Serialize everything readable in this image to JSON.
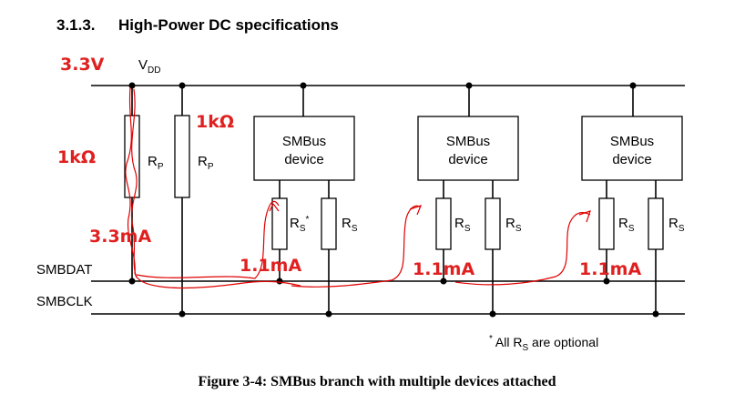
{
  "section": {
    "number": "3.1.3.",
    "title": "High-Power DC specifications"
  },
  "supply": {
    "label": "V",
    "sub": "DD"
  },
  "rails": {
    "data_label": "SMBDAT",
    "clock_label": "SMBCLK"
  },
  "pullups": {
    "label": "R",
    "sub": "P"
  },
  "devices": {
    "line1": "SMBus",
    "line2": "device"
  },
  "series_resistor": {
    "label": "R",
    "sub": "S",
    "first_mark": "*"
  },
  "footnote": {
    "mark": "*",
    "text_pre": "All R",
    "sub": "S",
    "text_post": " are optional"
  },
  "caption": "Figure 3-4: SMBus branch with multiple devices attached",
  "annotations": {
    "voltage": "3.3V",
    "r_left": "1kΩ",
    "r_right": "1kΩ",
    "current_total": "3.3mA",
    "current_1": "1.1mA",
    "current_2": "1.1mA",
    "current_3": "1.1mA",
    "color": "#e02020"
  }
}
